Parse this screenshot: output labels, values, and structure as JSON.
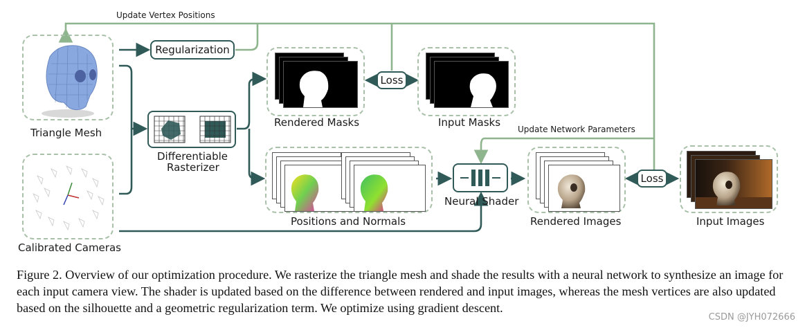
{
  "labels": {
    "update_vertex": "Update Vertex Positions",
    "regularization": "Regularization",
    "loss_top": "Loss",
    "loss_right": "Loss",
    "rendered_masks": "Rendered Masks",
    "input_masks": "Input Masks",
    "update_network": "Update Network Parameters",
    "triangle_mesh": "Triangle Mesh",
    "diff_rasterizer_1": "Differentiable",
    "diff_rasterizer_2": "Rasterizer",
    "neural_shader": "Neural Shader",
    "positions_normals": "Positions and Normals",
    "rendered_images": "Rendered Images",
    "input_images": "Input Images",
    "calibrated_cameras": "Calibrated Cameras"
  },
  "caption": "Figure 2. Overview of our optimization procedure. We rasterize the triangle mesh and shade the results with a neural network to synthesize an image for each input camera view. The shader is updated based on the difference between rendered and input images, whereas the mesh vertices are also updated based on the silhouette and a geometric regularization term. We optimize using gradient descent.",
  "watermark": "CSDN @JYH072666",
  "colors": {
    "dark_arrow": "#2f5a58",
    "light_arrow": "#8fb58f",
    "dashed_box": "#a9c0a9",
    "mesh_blue": "#8aa8e0"
  }
}
